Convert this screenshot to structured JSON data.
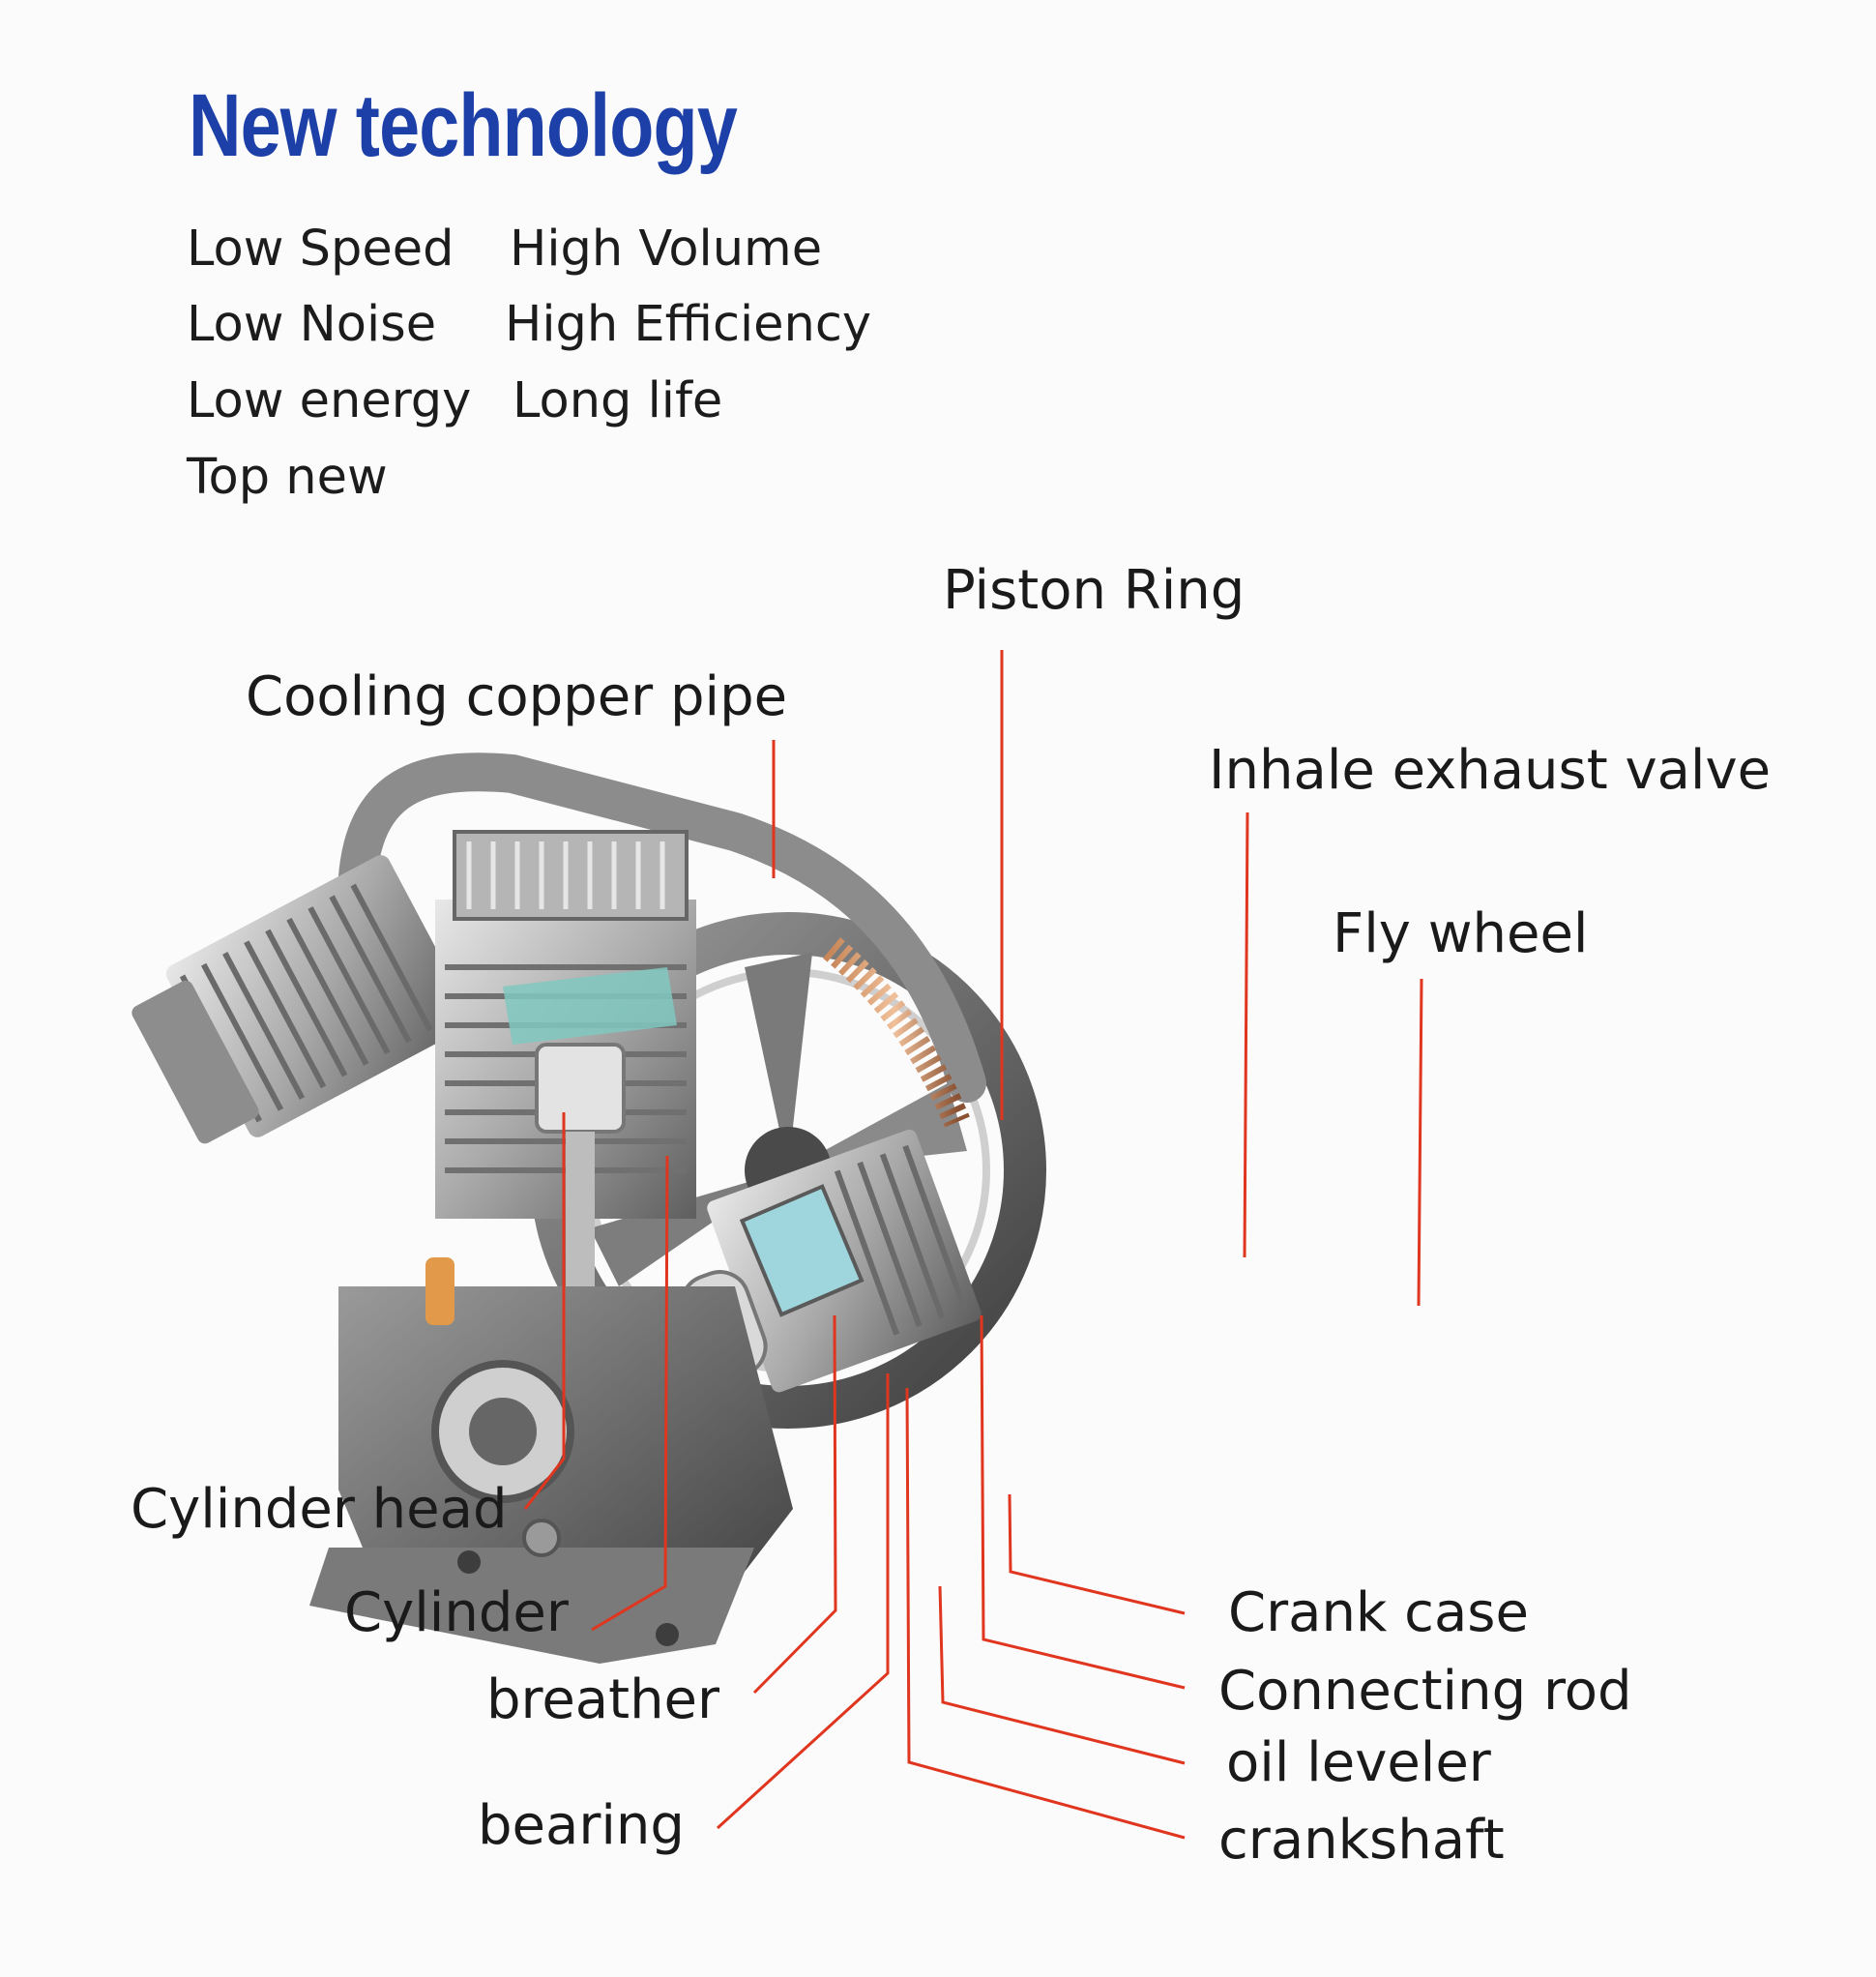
{
  "title": "New technology",
  "features": {
    "low_speed": "Low Speed",
    "high_volume": "High Volume",
    "low_noise": "Low Noise",
    "high_efficiency": "High Efficiency",
    "low_energy": "Low energy",
    "long_life": "Long life",
    "top_new": "Top new"
  },
  "labels": {
    "piston_ring": "Piston Ring",
    "cooling_copper_pipe": "Cooling copper pipe",
    "inhale_exhaust_valve": "Inhale exhaust valve",
    "fly_wheel": "Fly wheel",
    "cylinder_head": "Cylinder head",
    "cylinder": "Cylinder",
    "breather": "breather",
    "bearing": "bearing",
    "crank_case": "Crank case",
    "connecting_rod": "Connecting rod",
    "oil_leveler": "oil leveler",
    "crankshaft": "crankshaft"
  },
  "colors": {
    "title": "#1d3fa8",
    "leader_line": "#e0351e",
    "metal": "#9a9a9a",
    "gasket": "#7fc8c0"
  }
}
